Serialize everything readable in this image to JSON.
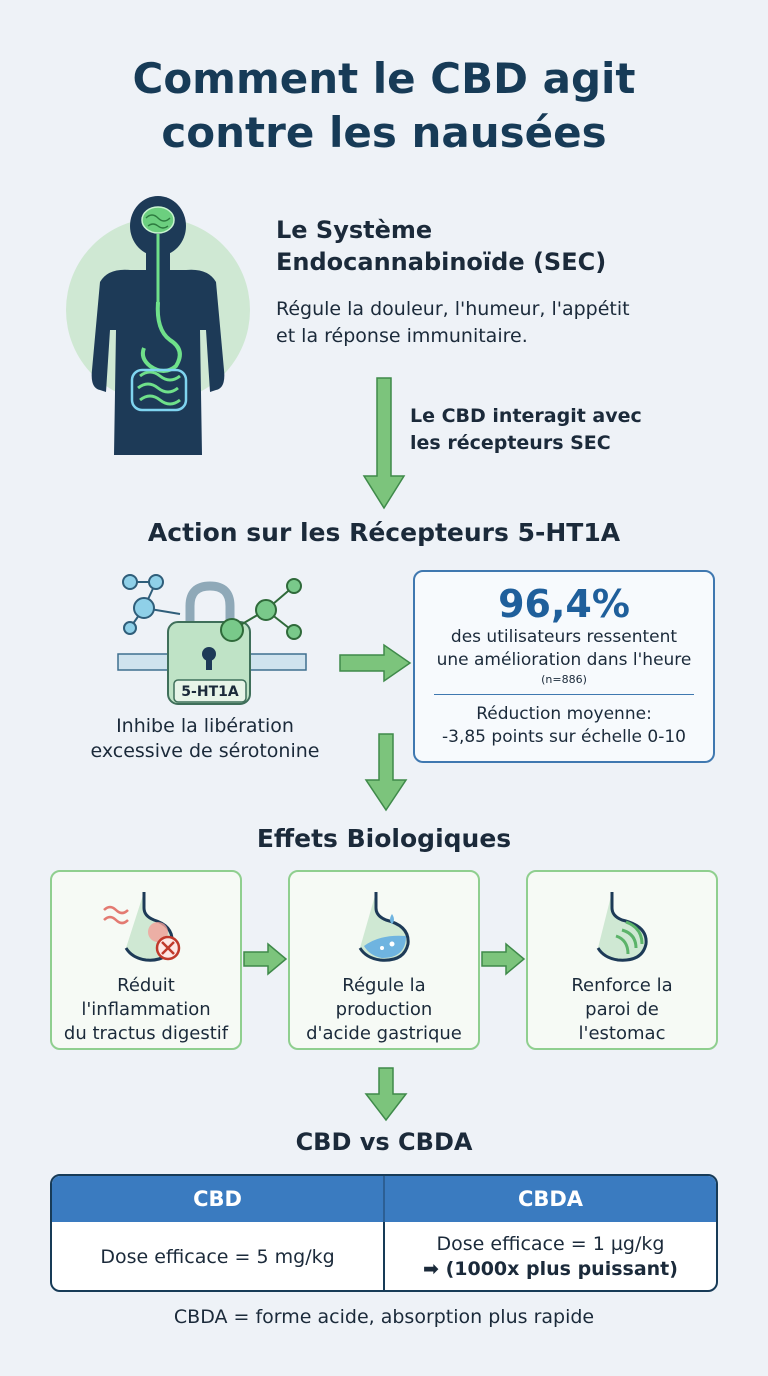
{
  "title": {
    "line1": "Comment le CBD agit",
    "line2": "contre les nausées"
  },
  "sec": {
    "title_line1": "Le Système",
    "title_line2": "Endocannabinoïde (SEC)",
    "desc_line1": "Régule la douleur, l'humeur, l'appétit",
    "desc_line2": "et la réponse immunitaire."
  },
  "arrow_label": {
    "line1": "Le CBD interagit avec",
    "line2": "les récepteurs SEC"
  },
  "receptor": {
    "heading": "Action sur les Récepteurs 5-HT1A",
    "lock_label": "5-HT1A",
    "caption_line1": "Inhibe la libération",
    "caption_line2": "excessive de sérotonine"
  },
  "stat": {
    "value": "96,4%",
    "line1": "des utilisateurs ressentent",
    "line2": "une amélioration dans l'heure",
    "sample": "(n=886)",
    "reduction_line1": "Réduction moyenne:",
    "reduction_line2": "-3,85 points sur échelle 0-10"
  },
  "effects": {
    "heading": "Effets Biologiques",
    "items": [
      {
        "line1": "Réduit",
        "line2": "l'inflammation",
        "line3": "du tractus digestif"
      },
      {
        "line1": "Régule la",
        "line2": "production",
        "line3": "d'acide gastrique"
      },
      {
        "line1": "Renforce la",
        "line2": "paroi de",
        "line3": "l'estomac"
      }
    ]
  },
  "comparison": {
    "heading": "CBD vs CBDA",
    "col1_header": "CBD",
    "col2_header": "CBDA",
    "col1_value": "Dose efficace = 5 mg/kg",
    "col2_value": "Dose efficace = 1 µg/kg",
    "col2_note": "➡ (1000x plus puissant)",
    "footnote": "CBDA = forme acide, absorption plus rapide"
  },
  "colors": {
    "navy": "#173b57",
    "blue": "#3a7bc0",
    "green_arrow": "#7cc47c",
    "green_border": "#8fcf8f",
    "body_silhouette": "#1d3a57"
  }
}
